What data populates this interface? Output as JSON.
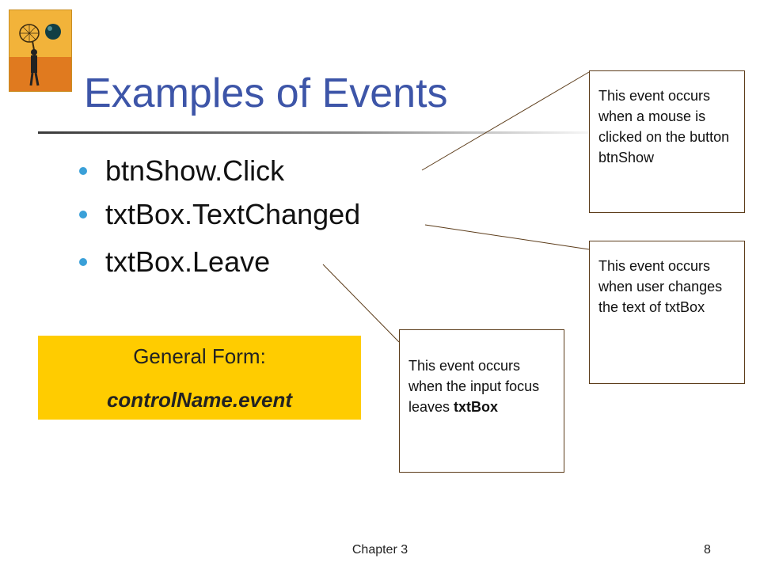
{
  "slide": {
    "title": "Examples of Events",
    "bullets": [
      "btnShow.Click",
      "txtBox.TextChanged",
      "txtBox.Leave"
    ],
    "general_form": {
      "label": "General Form:",
      "form": "controlName.event"
    },
    "callouts": {
      "click": "This event occurs when a mouse is clicked on the button btnShow",
      "text_changed": "This event occurs when user changes the text of txtBox",
      "leave_prefix": "This event occurs when the input focus leaves",
      "leave_bold": "txtBox"
    },
    "footer": {
      "chapter": "Chapter 3",
      "page": "8"
    }
  },
  "icons": {
    "clipart": "person-catching-globe-with-net"
  },
  "colors": {
    "title": "#3d55a8",
    "bullet": "#3aa0d8",
    "general_box": "#ffcc00",
    "callout_border": "#5c3c1a"
  }
}
